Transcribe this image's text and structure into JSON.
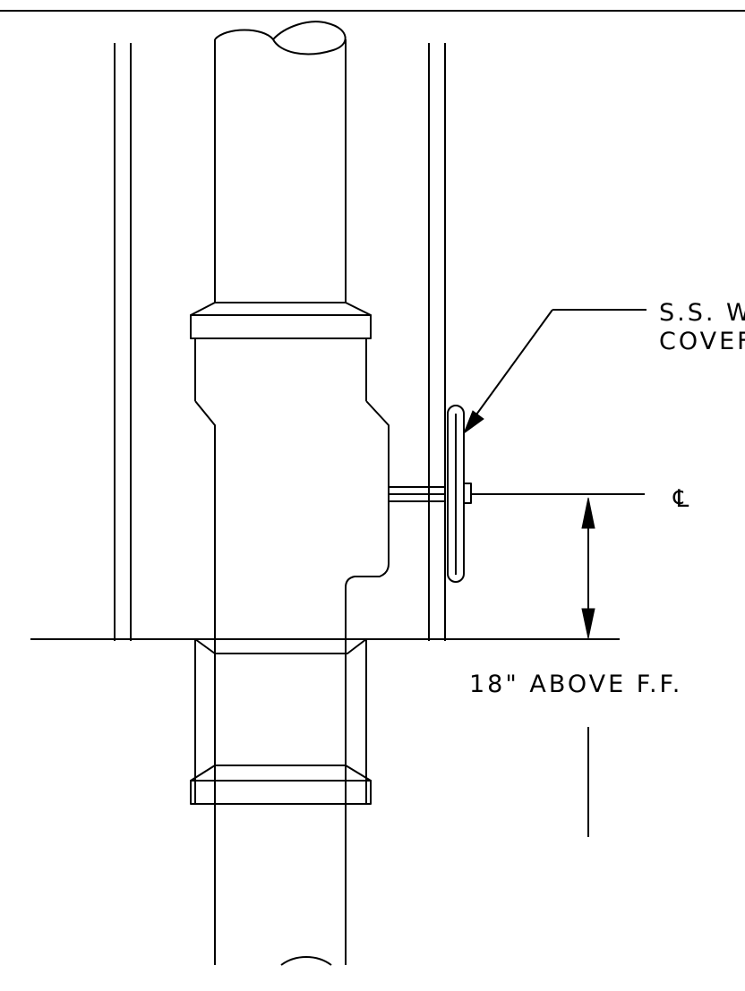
{
  "callout": {
    "line1": "S.S. W",
    "line2": "COVEF"
  },
  "centerline_symbol": "℄",
  "dimension_label": "18\" ABOVE F.F."
}
